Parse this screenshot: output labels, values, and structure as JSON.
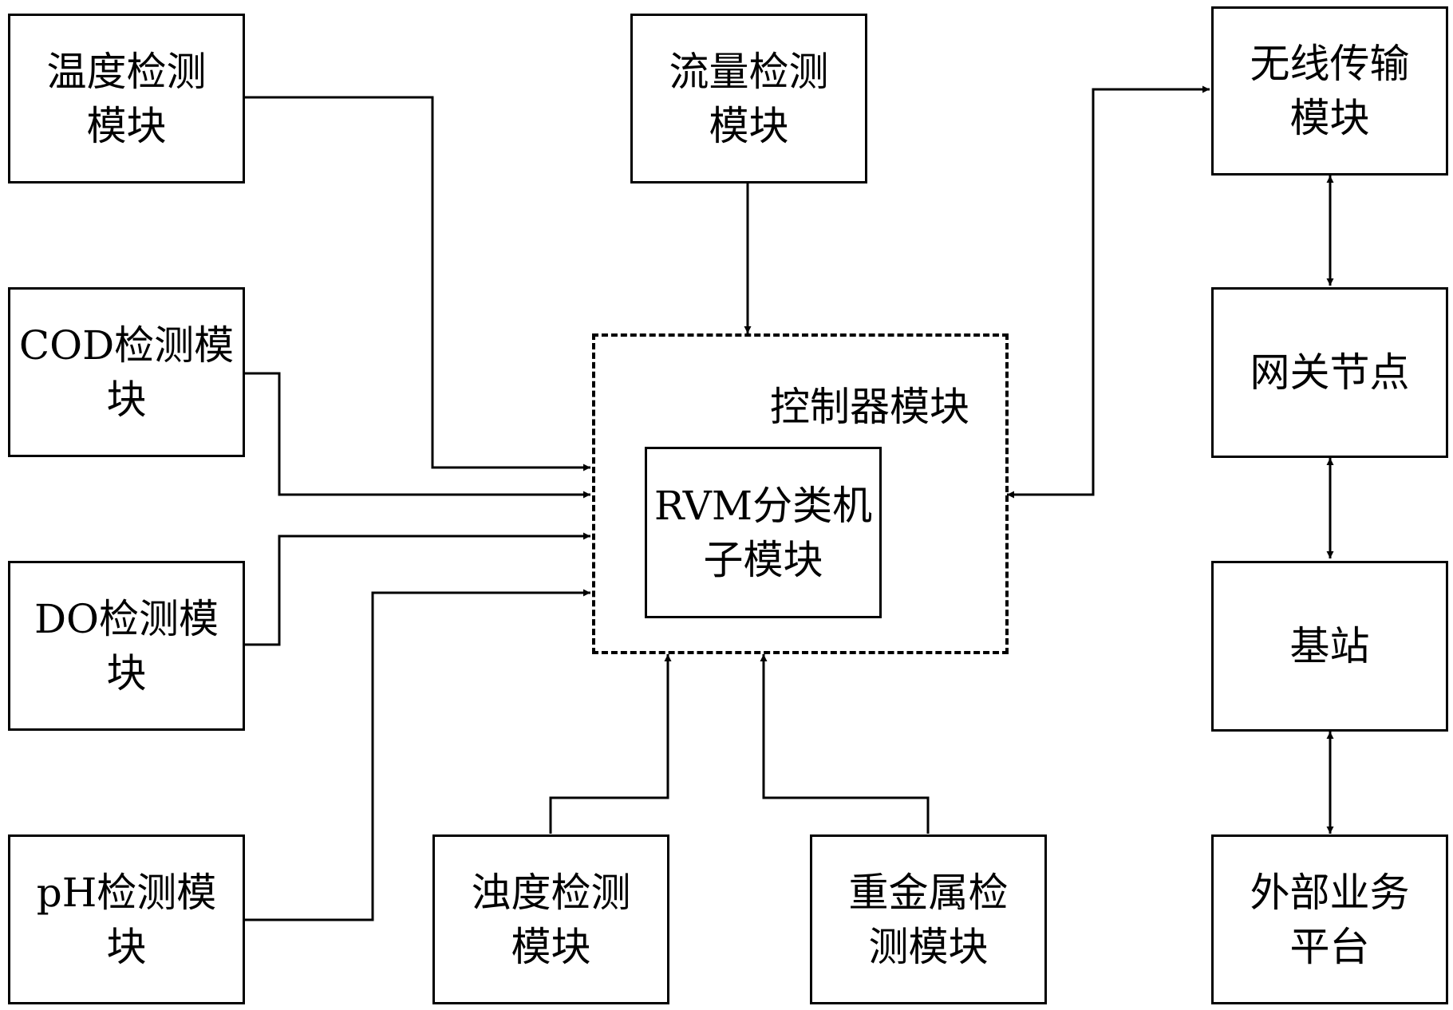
{
  "modules": {
    "temperature": [
      "温度检测",
      "模块"
    ],
    "cod": [
      "COD检测模",
      "块"
    ],
    "do": [
      "DO检测模",
      "块"
    ],
    "ph": [
      "pH检测模",
      "块"
    ],
    "flow": [
      "流量检测",
      "模块"
    ],
    "turbidity": [
      "浊度检测",
      "模块"
    ],
    "heavy_metal": [
      "重金属检",
      "测模块"
    ],
    "rvm": [
      "RVM分类机",
      "子模块"
    ],
    "wireless": [
      "无线传输",
      "模块"
    ],
    "gateway": [
      "网关节点"
    ],
    "base_station": [
      "基站"
    ],
    "platform": [
      "外部业务",
      "平台"
    ]
  },
  "controller": {
    "label": "控制器模块"
  }
}
